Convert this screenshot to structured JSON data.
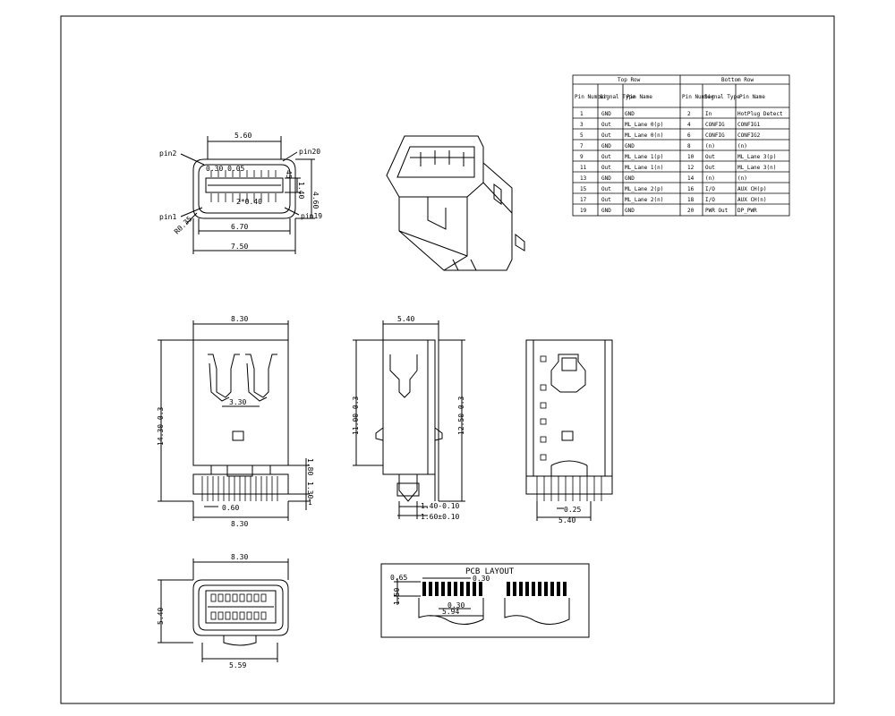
{
  "top_view": {
    "dim_width_top": "5.60",
    "dim_pitch": "0.30 0.05",
    "dim_pitch_count": "2*0.40",
    "dim_height": "4.60",
    "dim_inner": "1.40",
    "dim_width_mid": "6.70",
    "dim_width_bottom": "7.50",
    "dim_radius": "R0.35",
    "angle": "45",
    "pin_labels": {
      "pin2": "pin2",
      "pin20": "pin20",
      "pin1": "pin1",
      "pin19": "pin19"
    }
  },
  "front_view": {
    "dim_width": "8.30",
    "dim_height": "14.30-0.3",
    "dim_clip": "3.30",
    "dim_pin_pitch": "0.60",
    "dim_bottom_width": "8.30",
    "dim_side_a": "1.80",
    "dim_side_b": "1.30",
    "dim_side_c": "1"
  },
  "side_view": {
    "dim_width": "5.40",
    "dim_height_left": "11.00-0.3",
    "dim_height_right": "12.50-0.3",
    "dim_post": "1.40-0.10",
    "dim_post_total": "1.60±0.10"
  },
  "rear_view": {
    "dim_pin": "0.25",
    "dim_width": "5.40"
  },
  "end_view": {
    "dim_width": "8.30",
    "dim_height": "5.40",
    "dim_bottom": "5.59"
  },
  "pcb_layout": {
    "title": "PCB LAYOUT",
    "dim_a": "0.65",
    "dim_b": "1.50",
    "dim_c": "0.30",
    "dim_d": "0.30",
    "dim_e": "5.94"
  },
  "pin_table": {
    "top_row_title": "Top Row",
    "bottom_row_title": "Bottom Row",
    "headers": [
      "Pin Number",
      "Signal Type",
      "Pin Name",
      "Pin Number",
      "Signal Type",
      "Pin Name"
    ],
    "rows": [
      [
        "1",
        "GND",
        "GND",
        "2",
        "In",
        "HotPlug Detect"
      ],
      [
        "3",
        "Out",
        "ML_Lane 0(p)",
        "4",
        "CONFIG",
        "CONFIG1"
      ],
      [
        "5",
        "Out",
        "ML_Lane 0(n)",
        "6",
        "CONFIG",
        "CONFIG2"
      ],
      [
        "7",
        "GND",
        "GND",
        "8",
        "(n)",
        "(n)"
      ],
      [
        "9",
        "Out",
        "ML_Lane 1(p)",
        "10",
        "Out",
        "ML_Lane 3(p)"
      ],
      [
        "11",
        "Out",
        "ML_Lane 1(n)",
        "12",
        "Out",
        "ML_Lane 3(n)"
      ],
      [
        "13",
        "GND",
        "GND",
        "14",
        "(n)",
        "(n)"
      ],
      [
        "15",
        "Out",
        "ML_Lane 2(p)",
        "16",
        "I/O",
        "AUX CH(p)"
      ],
      [
        "17",
        "Out",
        "ML_Lane 2(n)",
        "18",
        "I/O",
        "AUX CH(n)"
      ],
      [
        "19",
        "GND",
        "GND",
        "20",
        "PWR Out",
        "DP_PWR"
      ]
    ]
  }
}
